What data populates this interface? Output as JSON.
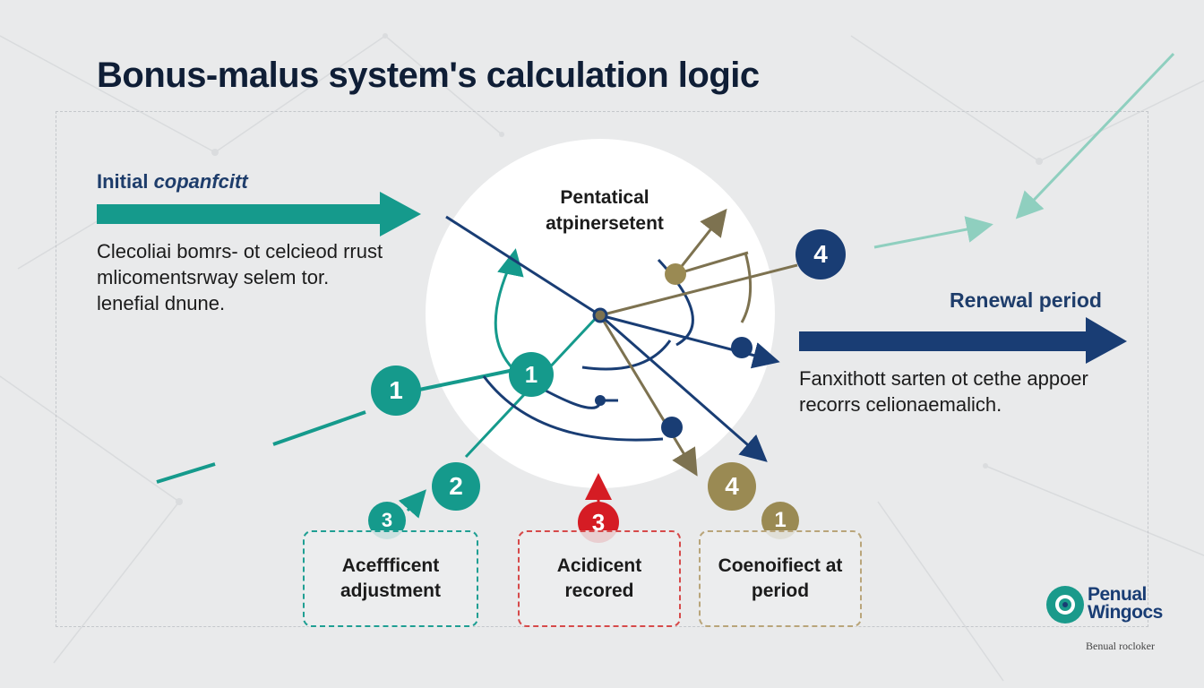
{
  "title": "Bonus-malus system's calculation logic",
  "left": {
    "heading_plain": "Initial ",
    "heading_italic": "copanfcitt",
    "description": "Clecoliai bomrs- ot celcieod rrust mlicomentsrway selem tor. lenefial dnune."
  },
  "center": {
    "label": "Pentatical atpinersetent"
  },
  "right": {
    "heading": "Renewal period",
    "description": "Fanxithott sarten ot cethe appoer recorrs celionaemalich."
  },
  "badges": {
    "b1_left": "1",
    "b1_center": "1",
    "b2": "2",
    "b3_small": "3",
    "b3_red": "3",
    "b4_navy": "4",
    "b4_olive": "4",
    "b1_olive": "1"
  },
  "boxes": [
    {
      "label": "Aceffficent adjustment"
    },
    {
      "label": "Acidicent recored"
    },
    {
      "label": "Coenoifiect at period"
    }
  ],
  "logo": {
    "name_line1": "Penual",
    "name_line2": "Wingocs",
    "tagline": "Benual rocloker"
  },
  "colors": {
    "teal": "#159a8c",
    "navy": "#193d74",
    "red": "#d51c24",
    "olive": "#9a8a53",
    "background": "#e9eaeb"
  }
}
